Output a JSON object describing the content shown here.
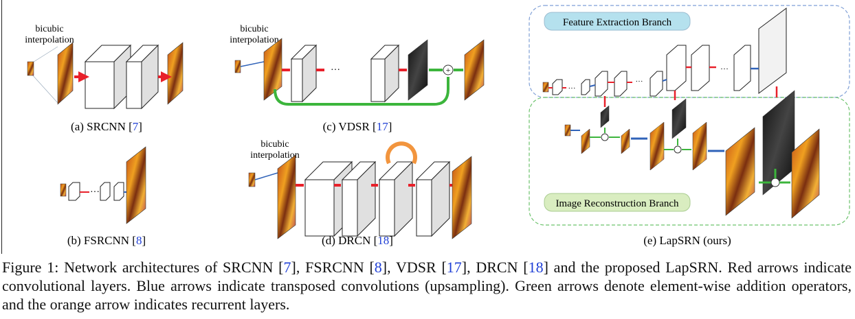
{
  "figure": {
    "panel_a": {
      "label_pre": "(a) SRCNN [",
      "ref": "7",
      "label_post": "]",
      "annotation": [
        "bicubic",
        "interpolation"
      ]
    },
    "panel_b": {
      "label_pre": "(b) FSRCNN [",
      "ref": "8",
      "label_post": "]",
      "dots": "···"
    },
    "panel_c": {
      "label_pre": "(c) VDSR [",
      "ref": "17",
      "label_post": "]",
      "annotation": [
        "bicubic",
        "interpolation"
      ],
      "dots": "···"
    },
    "panel_d": {
      "label_pre": "(d) DRCN [",
      "ref": "18",
      "label_post": "]",
      "annotation": [
        "bicubic",
        "interpolation"
      ]
    },
    "panel_e": {
      "label": "(e) LapSRN (ours)",
      "feature_branch": "Feature Extraction Branch",
      "reconstruction_branch": "Image Reconstruction Branch",
      "dots": "···"
    },
    "colors": {
      "conv_arrow": "#e8202a",
      "transposed_arrow": "#2f62b8",
      "addition_arrow": "#3cb53c",
      "recurrent_arrow": "#f2953e",
      "feature_box_fill": "#b5e1ee",
      "reconstruction_box_fill": "#d9edc0",
      "feature_border": "#7f9fd6",
      "reconstruction_border": "#6cc26c"
    }
  },
  "caption": {
    "t1": "Figure 1: Network architectures of SRCNN [",
    "r1": "7",
    "t2": "], FSRCNN [",
    "r2": "8",
    "t3": "], VDSR [",
    "r3": "17",
    "t4": "], DRCN [",
    "r4": "18",
    "t5": "] and the proposed LapSRN. Red arrows indicate convolutional layers. Blue arrows indicate transposed convolutions (upsampling). Green arrows denote element-wise addition operators, and the orange arrow indicates recurrent layers."
  }
}
